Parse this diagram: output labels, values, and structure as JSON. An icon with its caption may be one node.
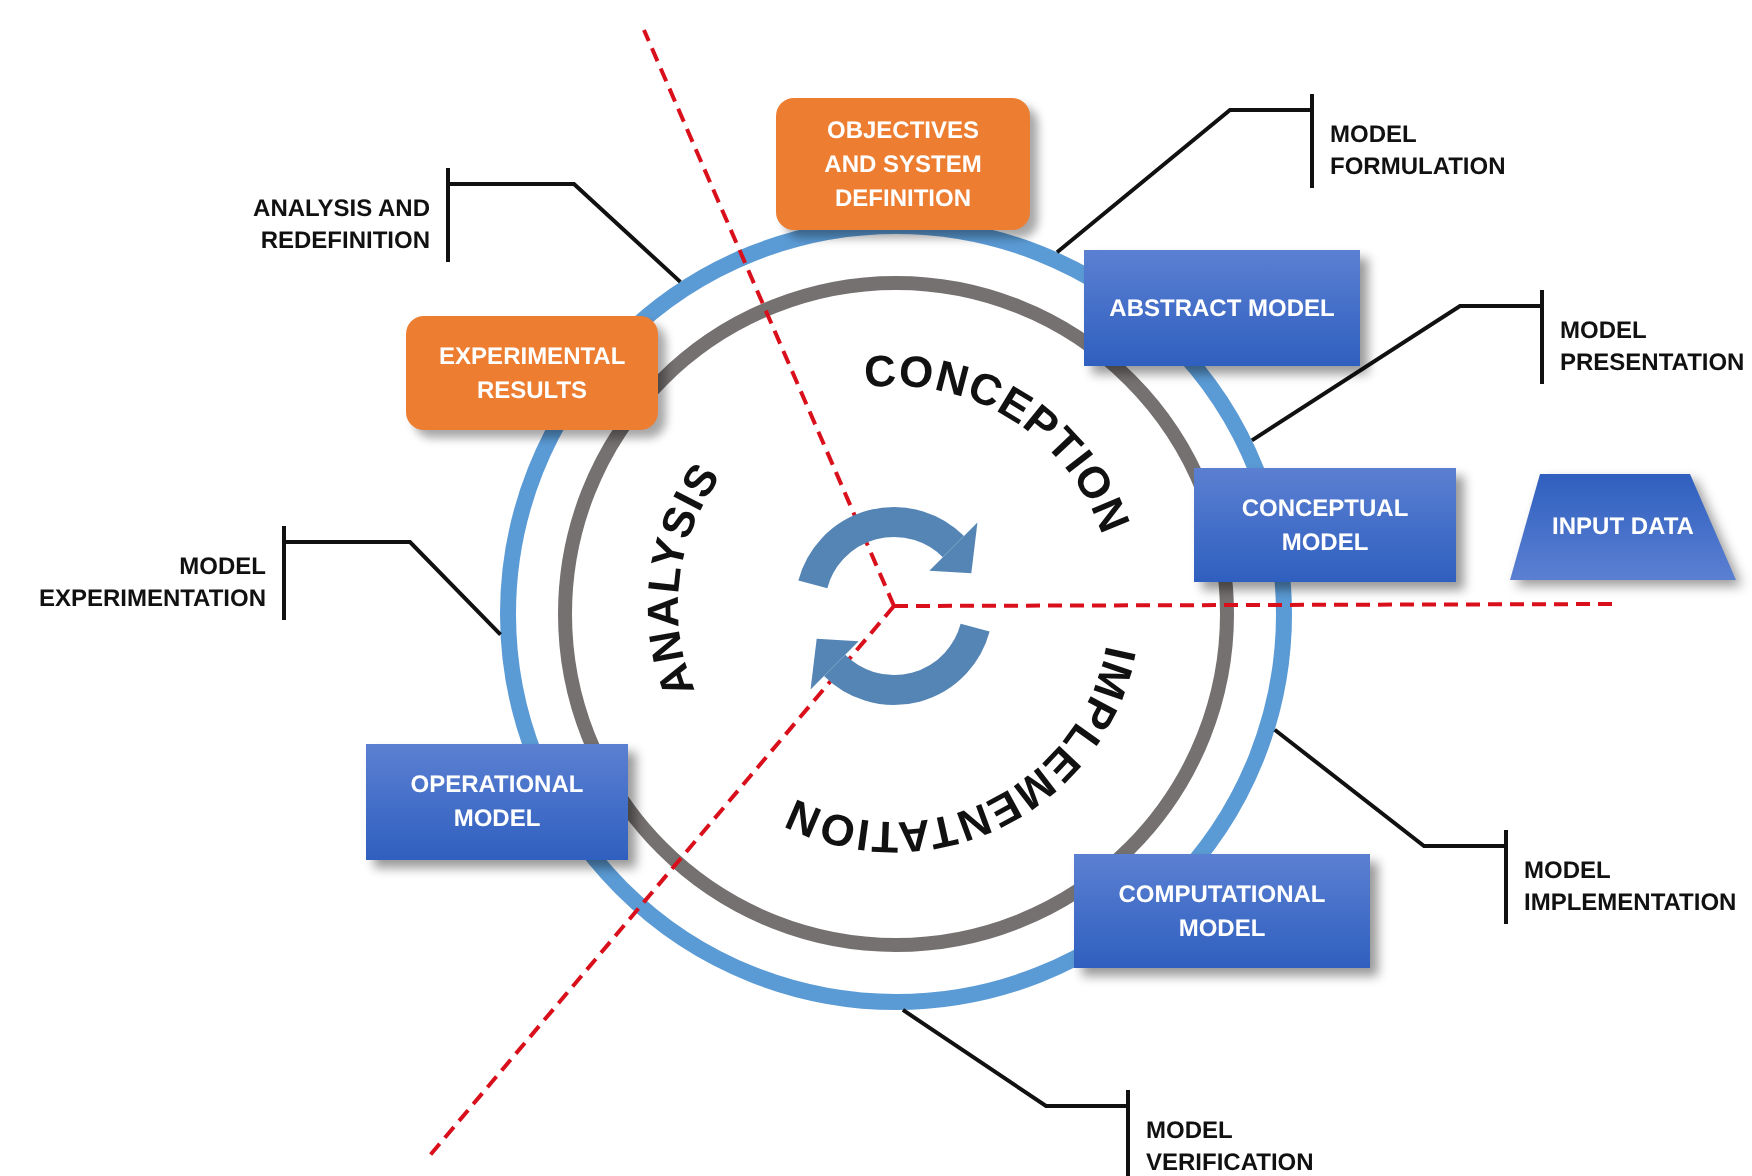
{
  "diagram": {
    "nodes": [
      {
        "text": [
          "OBJECTIVES AND SYSTEM DEFINITION"
        ]
      },
      {
        "text": [
          "ABSTRACT MODEL"
        ]
      },
      {
        "text": [
          "CONCEPTUAL MODEL"
        ]
      },
      {
        "text": [
          "INPUT DATA"
        ]
      },
      {
        "text": [
          "COMPUTATIONAL MODEL"
        ]
      },
      {
        "text": [
          "OPERATIONAL MODEL"
        ]
      },
      {
        "text": [
          "EXPERIMENTAL RESULTS"
        ]
      },
      {
        "text": [
          "MODEL FORMULATION"
        ]
      },
      {
        "text": [
          "MODEL PRESENTATION"
        ]
      },
      {
        "text": [
          "MODEL IMPLEMENTATION"
        ]
      },
      {
        "text": [
          "MODEL VERIFICATION"
        ]
      },
      {
        "text": [
          "MODEL EXPERIMENTATION"
        ]
      },
      {
        "text": [
          "ANALYSIS AND REDEFINITION"
        ]
      },
      {
        "text": [],
        "shape": "circle"
      }
    ],
    "edges": [
      {
        "from": 7,
        "to": 13,
        "arrow": "none"
      },
      {
        "from": 8,
        "to": 13,
        "arrow": "none"
      },
      {
        "from": 9,
        "to": 13,
        "arrow": "none"
      },
      {
        "from": 10,
        "to": 13,
        "arrow": "none"
      },
      {
        "from": 11,
        "to": 13,
        "arrow": "none"
      },
      {
        "from": 12,
        "to": 13,
        "arrow": "none"
      }
    ],
    "labels": [
      "CONCEPTION",
      "ANALYSIS",
      "IMPLEMENTATION"
    ]
  }
}
